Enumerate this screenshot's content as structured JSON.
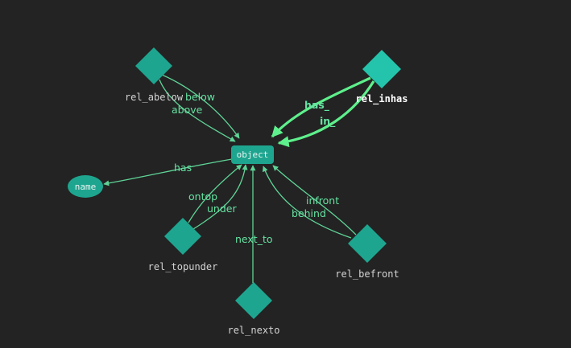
{
  "diagram": {
    "nodes": {
      "object": "object",
      "name": "name",
      "rel_abelow": "rel_abelow",
      "rel_inhas": "rel_inhas",
      "rel_topunder": "rel_topunder",
      "rel_nexto": "rel_nexto",
      "rel_befront": "rel_befront"
    },
    "edges": {
      "below": "below",
      "above": "above",
      "has_": "has_",
      "in_": "in_",
      "has": "has",
      "ontop": "ontop",
      "under": "under",
      "next_to": "next_to",
      "infront": "infront",
      "behind": "behind"
    }
  },
  "colors": {
    "background": "#232323",
    "node_fill": "#1ea58f",
    "node_fill_highlight": "#24c4ac",
    "edge": "#5fd497",
    "edge_highlight": "#5ef08c",
    "edge_label": "#66e2a2"
  }
}
